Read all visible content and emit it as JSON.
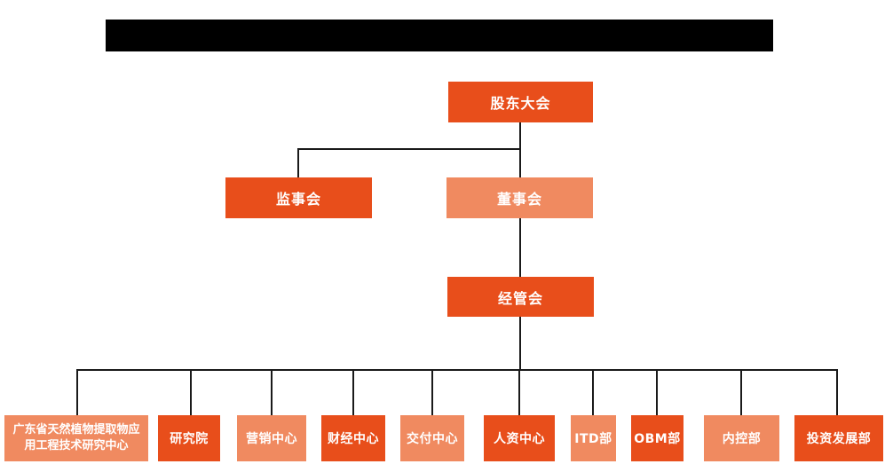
{
  "diagram": {
    "type": "org-chart",
    "colors": {
      "primary": "#E84E1B",
      "secondary": "#F08A60",
      "connector": "#1A1A1A",
      "node_text": "#FFFFFF",
      "title_bar": "#000000",
      "background": "#FFFFFF"
    },
    "title_bar": {
      "redacted": true,
      "visible_text": ""
    },
    "nodes": {
      "shareholders": {
        "label": "股东大会",
        "level": 1,
        "color": "#E84E1B"
      },
      "supervisors": {
        "label": "监事会",
        "level": 2,
        "color": "#E84E1B"
      },
      "directors": {
        "label": "董事会",
        "level": 2,
        "color": "#F08A60"
      },
      "management": {
        "label": "经管会",
        "level": 3,
        "color": "#E84E1B"
      }
    },
    "departments": [
      {
        "label": "广东省天然植物提取物应用工程技术研究中心",
        "color": "#F08A60"
      },
      {
        "label": "研究院",
        "color": "#E84E1B"
      },
      {
        "label": "营销中心",
        "color": "#F08A60"
      },
      {
        "label": "财经中心",
        "color": "#E84E1B"
      },
      {
        "label": "交付中心",
        "color": "#F08A60"
      },
      {
        "label": "人资中心",
        "color": "#E84E1B"
      },
      {
        "label": "ITD部",
        "color": "#F08A60"
      },
      {
        "label": "OBM部",
        "color": "#E84E1B"
      },
      {
        "label": "内控部",
        "color": "#F08A60"
      },
      {
        "label": "投资发展部",
        "color": "#E84E1B"
      }
    ],
    "hierarchy": [
      "股东大会 → 监事会",
      "股东大会 → 董事会",
      "董事会 → 经管会",
      "经管会 → 广东省天然植物提取物应用工程技术研究中心 / 研究院 / 营销中心 / 财经中心 / 交付中心 / 人资中心 / ITD部 / OBM部 / 内控部 / 投资发展部"
    ]
  }
}
